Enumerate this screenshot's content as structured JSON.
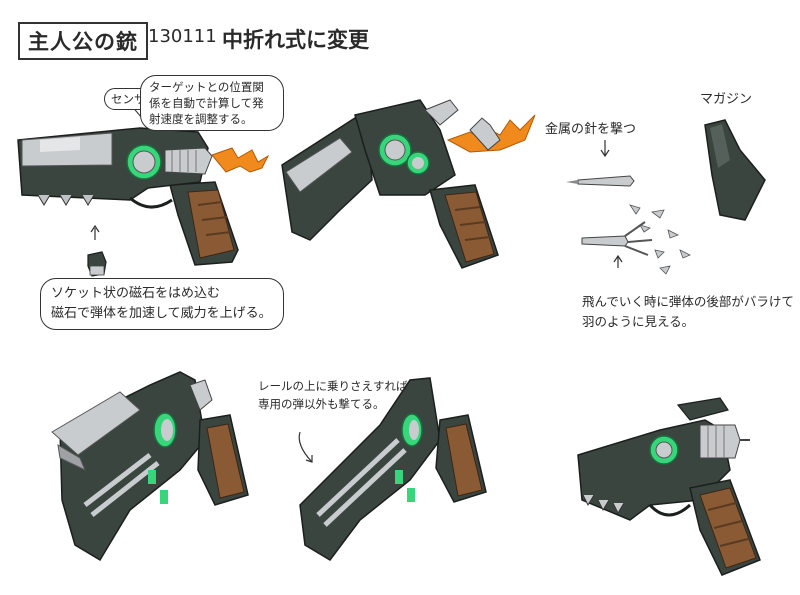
{
  "header": {
    "title": "主人公の銃",
    "date": "130111",
    "subtitle": "中折れ式に変更"
  },
  "annotations": {
    "sensor": "センサー",
    "sensor_info": "ターゲットとの位置関係を自動で計算して発射速度を調整する。",
    "magnet_line1": "ソケット状の磁石をはめ込む",
    "magnet_line2": "磁石で弾体を加速して威力を上げる。",
    "magazine": "マガジン",
    "needle": "金属の針を撃つ",
    "feather_line1": "飛んでいく時に弾体の後部がバラけて",
    "feather_line2": "羽のように見える。",
    "rail_line1": "レールの上に乗りさえすれば",
    "rail_line2": "専用の弾以外も撃てる。"
  },
  "colors": {
    "gun_dark": "#3a4540",
    "gun_mid": "#55605a",
    "accent_green": "#37d67a",
    "grip_brown": "#8a5a34",
    "silver": "#c9ccce",
    "muzzle_flash": "#f08a1c"
  }
}
